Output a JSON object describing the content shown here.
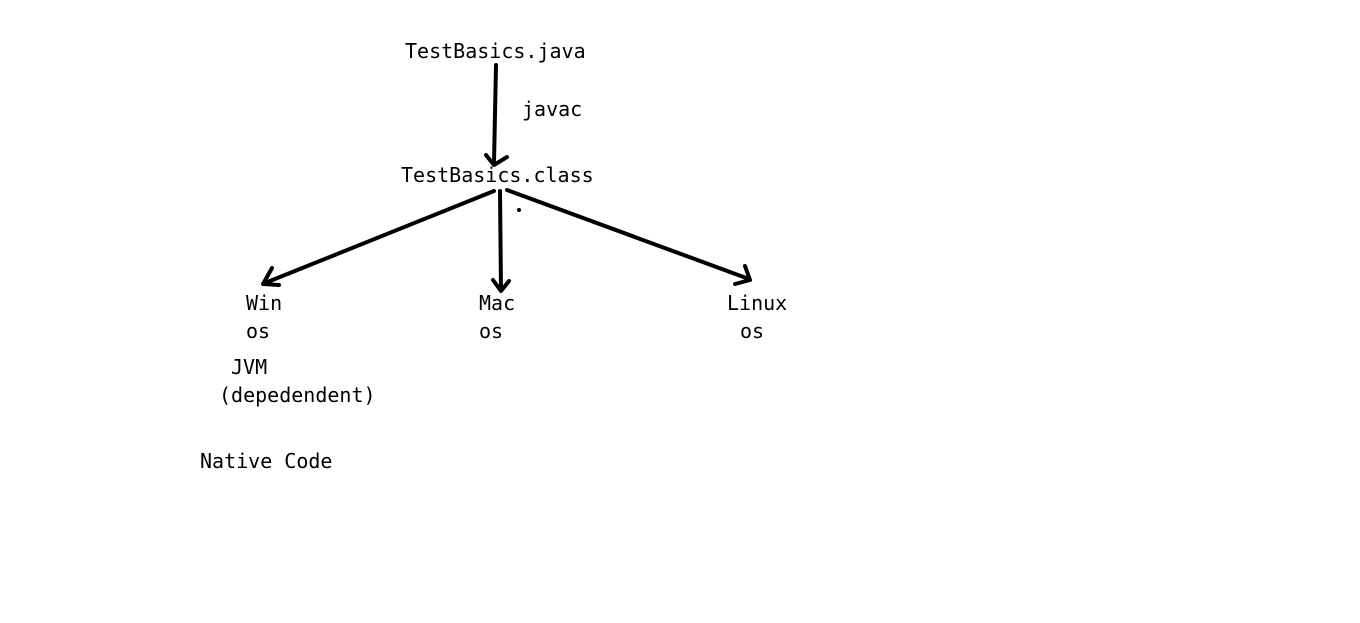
{
  "source_file": "TestBasics.java",
  "compiler": "javac",
  "class_file": "TestBasics.class",
  "targets": [
    {
      "name": "Win",
      "os": "os"
    },
    {
      "name": "Mac",
      "os": "os"
    },
    {
      "name": "Linux",
      "os": "os"
    }
  ],
  "jvm_note": {
    "line1": "JVM",
    "line2": "(depedendent)"
  },
  "native_note": "Native Code",
  "colors": {
    "ink": "#000000",
    "background": "#ffffff"
  }
}
